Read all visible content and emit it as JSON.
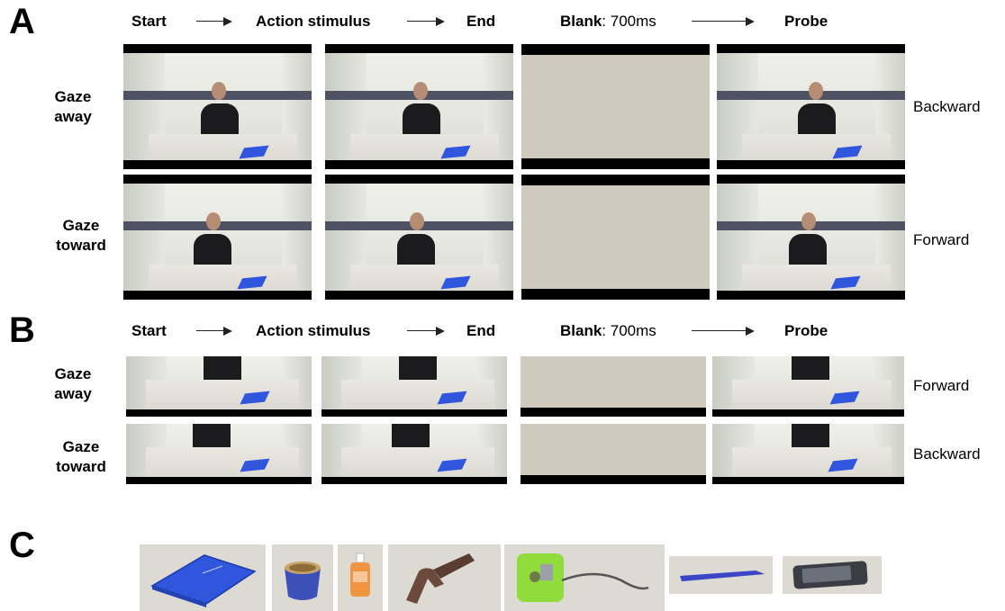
{
  "panels": {
    "a": "A",
    "b": "B",
    "c": "C"
  },
  "header": {
    "start": "Start",
    "action": "Action stimulus",
    "end": "End",
    "blank_bold": "Blank",
    "blank_rest": ": 700ms",
    "probe": "Probe"
  },
  "panel_a": {
    "row1": {
      "label_line1": "Gaze",
      "label_line2": "away",
      "direction": "Backward"
    },
    "row2": {
      "label_line1": "Gaze",
      "label_line2": "toward",
      "direction": "Forward"
    }
  },
  "panel_b": {
    "row1": {
      "label_line1": "Gaze",
      "label_line2": "away",
      "direction": "Forward"
    },
    "row2": {
      "label_line1": "Gaze",
      "label_line2": "toward",
      "direction": "Backward"
    }
  },
  "objects": [
    "book-icon",
    "cup-icon",
    "bottle-icon",
    "stapler-icon",
    "tape-measure-icon",
    "pen-icon",
    "phone-icon"
  ],
  "colors": {
    "blank": "#d0c9be",
    "book": "#2f56dc",
    "frame_border": "#000000"
  }
}
